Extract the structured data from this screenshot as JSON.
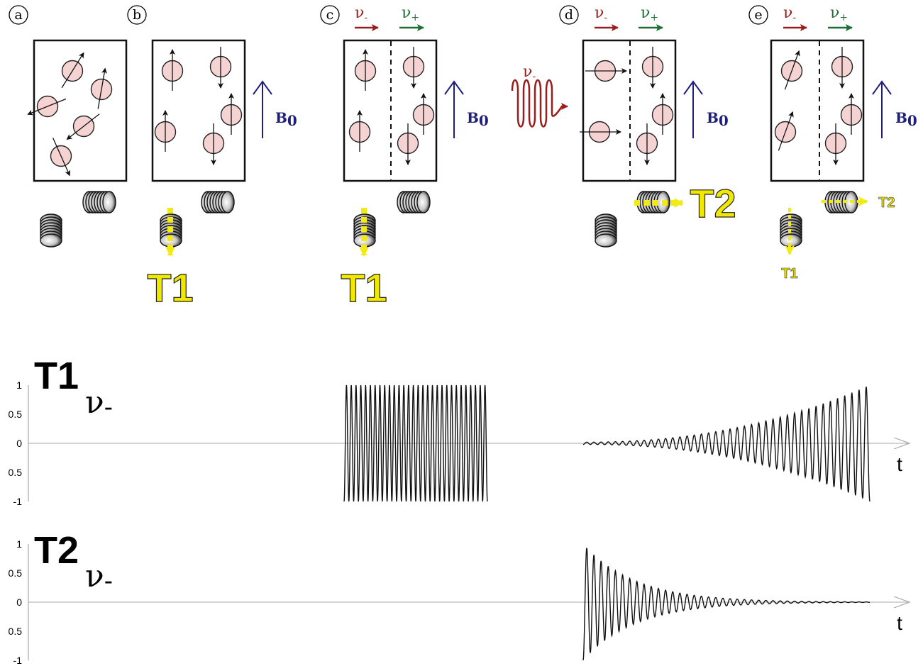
{
  "panels": [
    {
      "label": "a",
      "has_field": false,
      "has_divider": false,
      "freq_arrows": false
    },
    {
      "label": "b",
      "has_field": true,
      "has_divider": false,
      "freq_arrows": false
    },
    {
      "label": "c",
      "has_field": true,
      "has_divider": true,
      "freq_arrows": true
    },
    {
      "label": "d",
      "has_field": true,
      "has_divider": true,
      "freq_arrows": true,
      "rf_pulse": true
    },
    {
      "label": "e",
      "has_field": true,
      "has_divider": true,
      "freq_arrows": true
    }
  ],
  "symbols": {
    "nu_minus": "ν",
    "nu_plus": "ν",
    "minus_sub": "-",
    "plus_sub": "+",
    "field": "B",
    "field_sub": "0",
    "t1": "T1",
    "t2": "T2",
    "time": "t"
  },
  "colors": {
    "spin_fill": "#f6d3d3",
    "field_arrow": "#1f1f7a",
    "nu_minus": "#9c1c1c",
    "nu_plus": "#1e6f34",
    "relaxation_arrow": "#f2ea12",
    "relaxation_label": "#f0e800"
  },
  "chart_data": [
    {
      "type": "line",
      "title": "T1",
      "title_subscript": "ν-",
      "xlabel": "t",
      "ylabel": "",
      "ytick_labels": [
        "1",
        "0.5",
        "0",
        "0.5",
        "-1"
      ],
      "ylim": [
        -1,
        1
      ],
      "series": [
        {
          "values_description": "",
          "segments": [
            {
              "shape": "constant_oscillation",
              "amplitude": 1,
              "cycles": 30
            },
            {
              "shape": "growing_oscillation",
              "start_amplitude": 0.02,
              "end_amplitude": 1,
              "cycles": 40
            }
          ]
        }
      ]
    },
    {
      "type": "line",
      "title": "T2",
      "title_subscript": "ν-",
      "xlabel": "t",
      "ylabel": "",
      "ytick_labels": [
        "1",
        "0.5",
        "0",
        "0.5",
        "-1"
      ],
      "ylim": [
        -1,
        1
      ],
      "series": [
        {
          "values_description": "",
          "segments": [
            {
              "shape": "decaying_oscillation",
              "start_amplitude": 1,
              "end_amplitude": 0,
              "cycles": 40
            }
          ]
        }
      ]
    }
  ]
}
